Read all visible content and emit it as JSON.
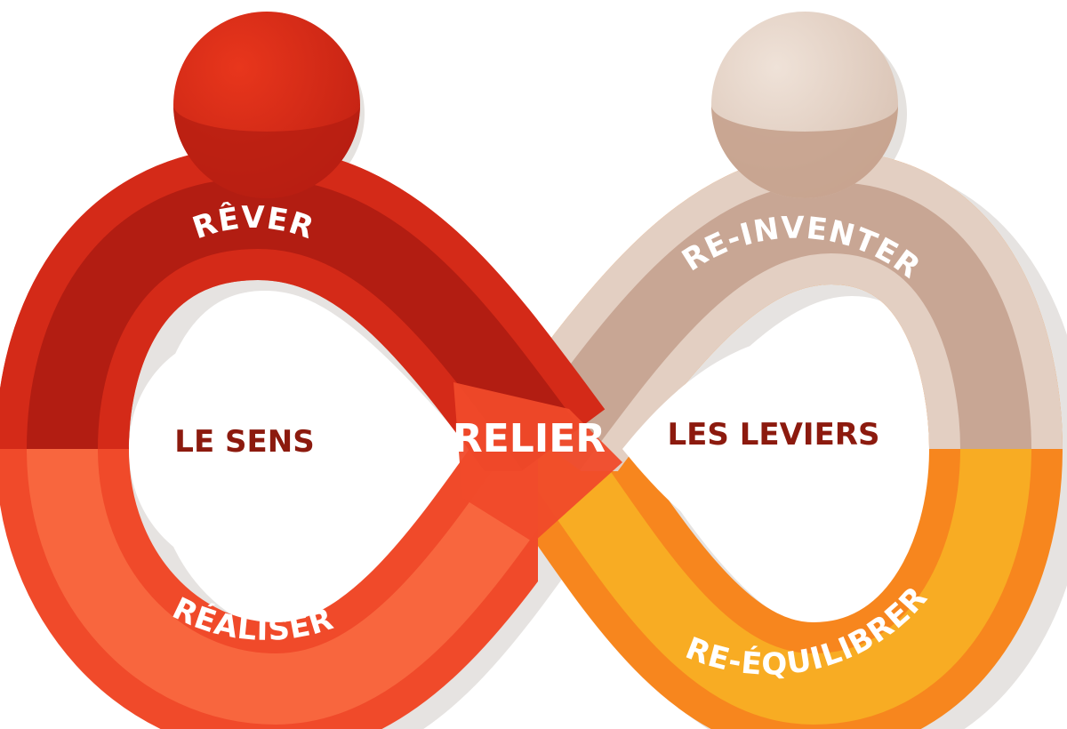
{
  "diagram": {
    "labels": {
      "rever": "RÊVER",
      "reinventer": "RE-INVENTER",
      "realiser": "RÉALISER",
      "reequilibrer": "RE-ÉQUILIBRER",
      "relier": "RELIER",
      "le_sens": "LE SENS",
      "les_leviers": "LES LEVIERS"
    },
    "colors": {
      "red_dark": "#b21d12",
      "red_main": "#d42a18",
      "red_orange": "#f04a2a",
      "red_light": "#f8663e",
      "beige_dark": "#c8a694",
      "beige_light": "#e3cfc2",
      "orange_main": "#f7861e",
      "orange_light": "#f8ac23",
      "text_dark": "#8c1a0e",
      "shadow": "#dedbd8",
      "white": "#ffffff"
    }
  }
}
